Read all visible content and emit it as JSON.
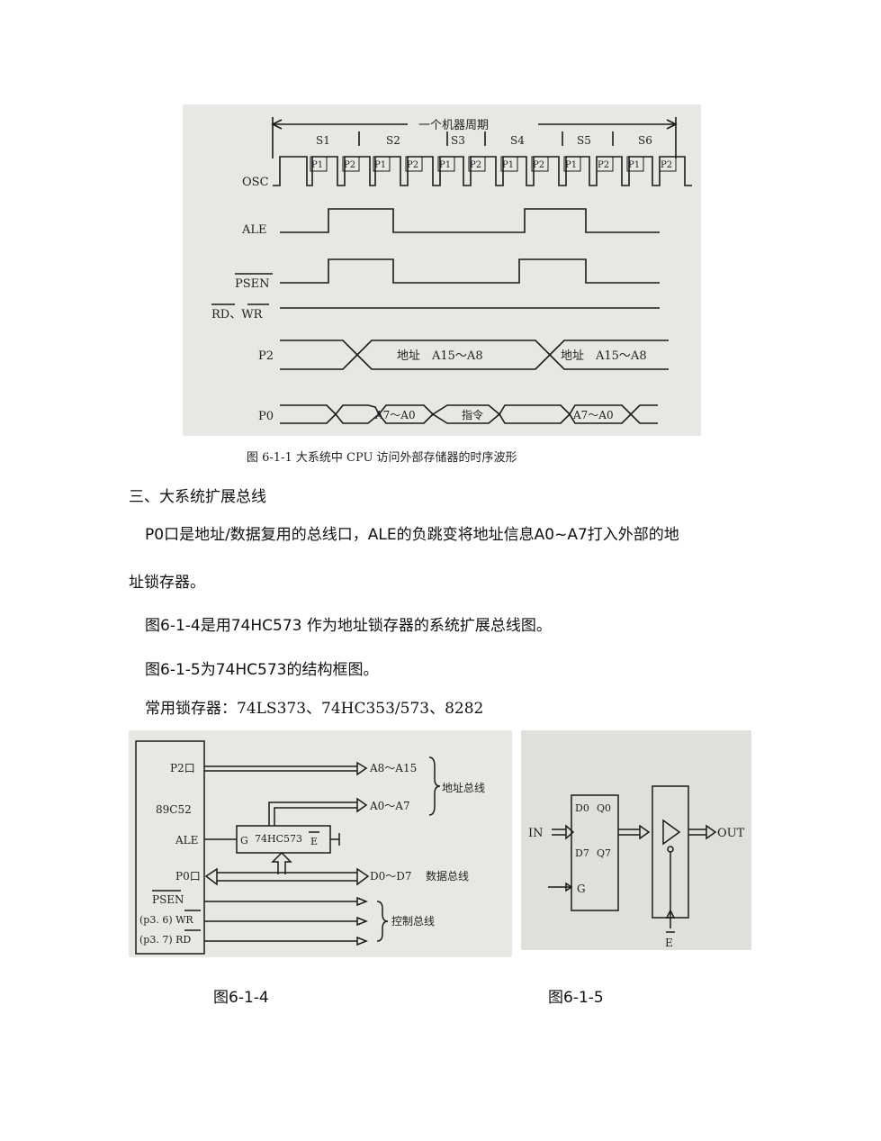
{
  "figure_1": {
    "machine_cycle": "一个机器周期",
    "states": [
      "S1",
      "S2",
      "S3",
      "S4",
      "S5",
      "S6"
    ],
    "phases": [
      "P1",
      "P2"
    ],
    "signals": [
      "OSC",
      "ALE",
      "PSEN",
      "RD、WR",
      "P2",
      "P0"
    ],
    "p2_addr_1": "地址　A15～A8",
    "p2_addr_2": "地址　A15～A8",
    "p0_addr_1": "A7～A0",
    "p0_instr": "指令",
    "p0_addr_2": "A7～A0",
    "caption": "图 6-1-1  大系统中 CPU 访问外部存储器的时序波形"
  },
  "section": {
    "heading": "三、大系统扩展总线",
    "para1_line1": "P0口是地址/数据复用的总线口，ALE的负跳变将地址信息A0~A7打入外部的地",
    "para1_line2": "址锁存器。",
    "para2": "图6-1-4是用74HC573  作为地址锁存器的系统扩展总线图。",
    "para3": "图6-1-5为74HC573的结构框图。",
    "para4": "常用锁存器：74LS373、74HC353/573、8282"
  },
  "figure_4": {
    "chip": "89C52",
    "p2": "P2口",
    "ale": "ALE",
    "p0": "P0口",
    "psen": "PSEN",
    "wr": "(p3. 6) WR",
    "rd": "(p3. 7) RD",
    "latch": "74HC573",
    "g": "G",
    "e": "E",
    "a_high": "A8～A15",
    "a_low": "A0～A7",
    "addr_bus": "地址总线",
    "d_bus_lines": "D0～D7",
    "data_bus": "数据总线",
    "ctrl_bus": "控制总线",
    "label": "图6-1-4"
  },
  "figure_5": {
    "in": "IN",
    "out": "OUT",
    "d0": "D0",
    "q0": "Q0",
    "d7": "D7",
    "q7": "Q7",
    "g": "G",
    "e": "E",
    "label": "图6-1-5"
  }
}
